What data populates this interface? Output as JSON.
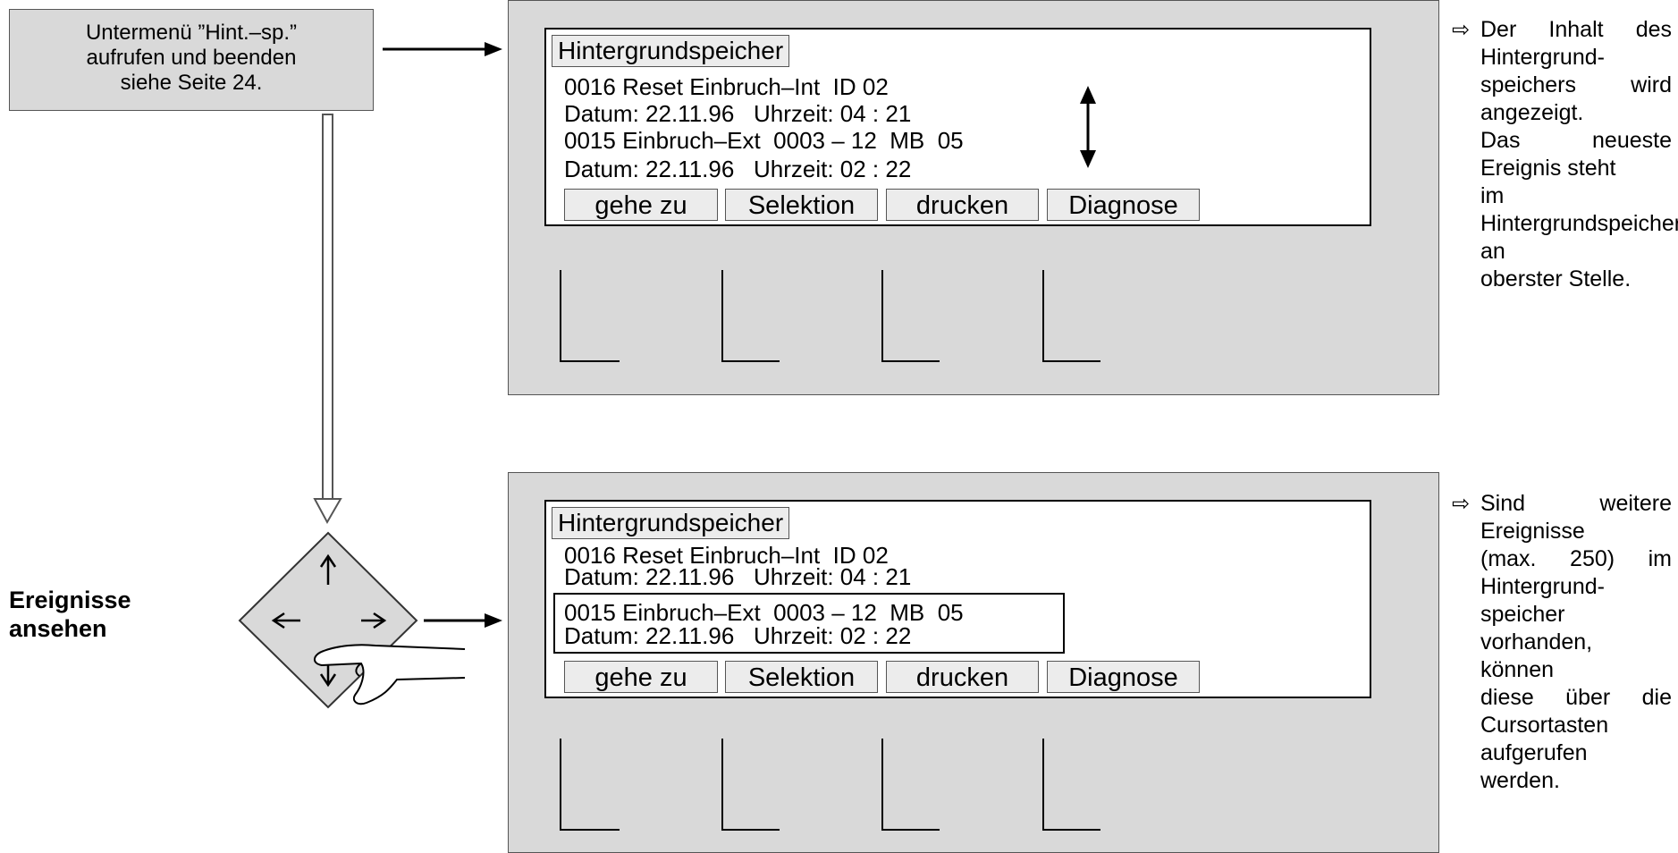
{
  "instruction": {
    "lines": [
      "Untermenü ”Hint.–sp.”",
      "aufrufen und beenden",
      "siehe Seite 24."
    ]
  },
  "side_heading": {
    "lines": [
      "Ereignisse",
      "ansehen"
    ]
  },
  "screen_top": {
    "title": "Hintergrundspeicher",
    "event1_line1": "0016 Reset Einbruch–Int  ID 02",
    "event1_line2": "Datum: 22.11.96   Uhrzeit: 04 : 21",
    "event2_line1": "0015 Einbruch–Ext  0003 – 12  MB  05",
    "event2_line2": "Datum: 22.11.96   Uhrzeit: 02 : 22",
    "softkeys": [
      "gehe zu",
      "Selektion",
      "drucken",
      "Diagnose"
    ]
  },
  "screen_bottom": {
    "title": "Hintergrundspeicher",
    "event1_line1": "0016 Reset Einbruch–Int  ID 02",
    "event1_line2": "Datum: 22.11.96   Uhrzeit: 04 : 21",
    "event2_line1": "0015 Einbruch–Ext  0003 – 12  MB  05",
    "event2_line2": "Datum: 22.11.96   Uhrzeit: 02 : 22",
    "softkeys": [
      "gehe zu",
      "Selektion",
      "drucken",
      "Diagnose"
    ]
  },
  "note_top": {
    "marker": "⇨",
    "lines": [
      "Der Inhalt des Hintergrund-",
      "speichers wird angezeigt.",
      "Das neueste Ereignis steht",
      "im Hintergrundspeicher an",
      "oberster Stelle."
    ]
  },
  "note_bottom": {
    "marker": "⇨",
    "lines": [
      "Sind weitere Ereignisse",
      "(max. 250) im Hintergrund-",
      "speicher vorhanden, können",
      "diese über die Cursortasten",
      "aufgerufen werden."
    ]
  },
  "icons": {
    "keypad": "cursor-keypad-icon",
    "hand": "pressing-hand-icon"
  }
}
